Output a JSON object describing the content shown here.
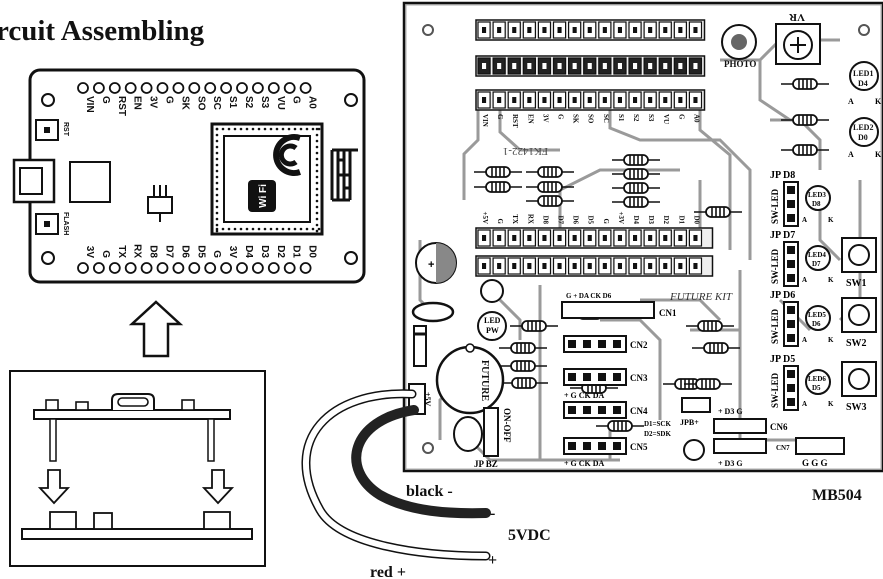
{
  "title": "rcuit Assembling",
  "nodemcu": {
    "top_pins": [
      "VIN",
      "G",
      "RST",
      "EN",
      "3V",
      "G",
      "SK",
      "SO",
      "SC",
      "S1",
      "S2",
      "S3",
      "VU",
      "G",
      "A0"
    ],
    "bottom_pins": [
      "3V",
      "G",
      "TX",
      "RX",
      "D8",
      "D7",
      "D6",
      "D5",
      "G",
      "3V",
      "D4",
      "D3",
      "D2",
      "D1",
      "D0"
    ],
    "btn_rst": "RST",
    "btn_flash": "FLASH",
    "wifi_badge": "Wi Fi"
  },
  "board": {
    "top_header_labels": [
      "VIN",
      "G",
      "RST",
      "EN",
      "3V",
      "G",
      "SK",
      "SO",
      "SC",
      "S1",
      "S2",
      "S3",
      "VU",
      "G",
      "A0"
    ],
    "mid_header_labels": [
      "+5V",
      "G",
      "TX",
      "RX",
      "D8",
      "D7",
      "D6",
      "D5",
      "G",
      "+3V",
      "D4",
      "D3",
      "D2",
      "D1",
      "D0"
    ],
    "silk_fk": "FK1422-1",
    "photo": "PHOTO",
    "vr": "VR",
    "led1": "LED1",
    "led1_sub": "D4",
    "led2": "LED2",
    "led2_sub": "D0",
    "a_label": "A",
    "k_label": "K",
    "jp_d8": "JP D8",
    "jp_d7": "JP D7",
    "jp_d6": "JP D6",
    "jp_d5": "JP D5",
    "sw_led": "SW-LED",
    "led3": "LED3",
    "led3_sub": "D8",
    "led4": "LED4",
    "led4_sub": "D7",
    "led5": "LED5",
    "led5_sub": "D6",
    "led6": "LED6",
    "led6_sub": "D5",
    "sw1": "SW1",
    "sw2": "SW2",
    "sw3": "SW3",
    "brand": "FUTURE KIT",
    "cn1": "CN1",
    "cn1_pins": "G  +  DA  CK  D6",
    "cn2": "CN2",
    "cn3": "CN3",
    "cn4": "CN4",
    "cn4_pins": "+  G  CK  DA",
    "cn5": "CN5",
    "cn5_pins": "+  G  CK  DA",
    "cn6": "CN6",
    "cn6_top": "+  D3  G",
    "cn6_bot": "+  D3      G",
    "cn7": "CN7",
    "cn7_pins": "G  G  G",
    "jpb": "JPB+",
    "d1sck": "D1=SCK",
    "d2sdk": "D2=SDK",
    "led_pw": "LED",
    "led_pw_sub": "PW",
    "buzzer": "FUTURE",
    "on_off": "ON-OFF",
    "jp_bz": "JP BZ",
    "plus5v": "+5V",
    "mb504": "MB504"
  },
  "wiring": {
    "black": "black -",
    "minus": "-",
    "vdc": "5VDC",
    "red": "red +",
    "plus": "+"
  }
}
